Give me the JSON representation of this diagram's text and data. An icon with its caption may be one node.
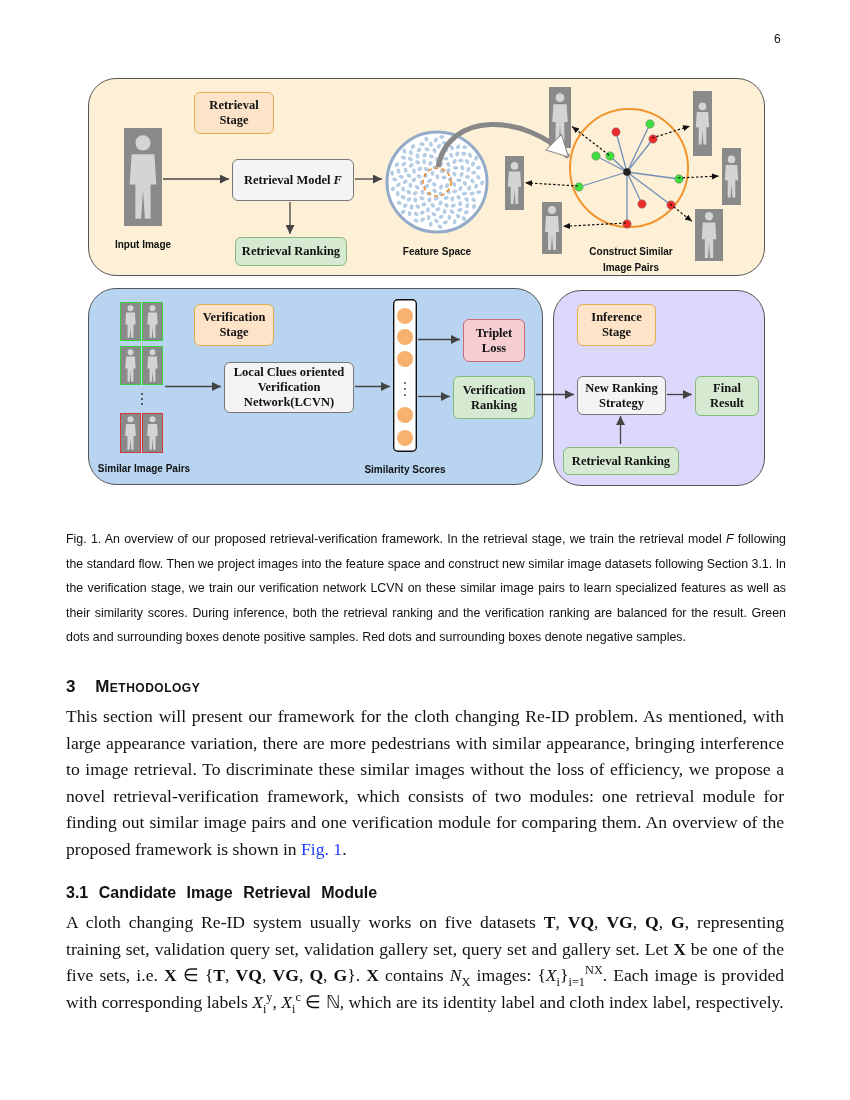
{
  "diagram": {
    "caption": "Fig. 1. An overview of our proposed retrieval-verification framework. In the retrieval stage, we train the retrieval model *F* following the standard flow. Then we project images into the feature space and construct new similar image datasets following Section 3.1. In the verification stage, we train our verification network LCVN on these similar image pairs to learn specialized features as well as their similarity scores. During inference, both the retrieval ranking and the verification ranking are balanced for the result. Green dots and surrounding boxes denote positive samples. Red dots and surrounding boxes denote negative samples.",
    "nodes": [
      {
        "text": [],
        "shape": "box"
      },
      {
        "text": [
          "Retrieval Stage"
        ],
        "in": 0
      },
      {
        "text": [],
        "shape": "picture",
        "in": 0,
        "beside": [
          "Input Image"
        ]
      },
      {
        "text": [
          "Retrieval Model *F*"
        ],
        "in": 0
      },
      {
        "text": [
          "Retrieval Ranking"
        ],
        "in": 0
      },
      {
        "text": [],
        "shape": "circle",
        "in": 0,
        "beside": [
          "Feature Space"
        ]
      },
      {
        "text": [],
        "shape": "circle",
        "in": 0,
        "beside": [
          "Construct Similar Image Pairs"
        ]
      },
      {
        "text": [],
        "shape": "picture",
        "in": 0
      },
      {
        "text": [],
        "shape": "picture",
        "in": 0
      },
      {
        "text": [],
        "shape": "picture",
        "in": 0
      },
      {
        "text": [],
        "shape": "picture",
        "in": 0
      },
      {
        "text": [],
        "shape": "picture",
        "in": 0
      },
      {
        "text": [],
        "shape": "picture",
        "in": 0
      },
      {
        "text": [],
        "shape": "box"
      },
      {
        "text": [
          "Verification Stage"
        ],
        "in": 13
      },
      {
        "text": [],
        "shape": "picture",
        "in": 13,
        "beside": [
          "Similar Image Pairs"
        ]
      },
      {
        "text": [
          "Local Clues oriented Verification Network(LCVN)"
        ],
        "in": 13
      },
      {
        "text": [],
        "shape": "bar",
        "in": 13,
        "beside": [
          "Similarity Scores"
        ]
      },
      {
        "text": [
          "Triplet Loss"
        ],
        "in": 13
      },
      {
        "text": [
          "Verification Ranking"
        ],
        "in": 13
      },
      {
        "text": [],
        "shape": "box"
      },
      {
        "text": [
          "Inference Stage"
        ],
        "in": 20
      },
      {
        "text": [
          "New Ranking Strategy"
        ],
        "in": 20
      },
      {
        "text": [
          "Final Result"
        ],
        "in": 20
      },
      {
        "text": [
          "Retrieval Ranking"
        ],
        "in": 20
      }
    ],
    "edges": [
      {
        "from": 2,
        "to": 3,
        "arrow": "to"
      },
      {
        "from": 3,
        "to": 4,
        "arrow": "to"
      },
      {
        "from": 3,
        "to": 5,
        "arrow": "to"
      },
      {
        "from": 5,
        "to": 6,
        "arrow": "to",
        "style": "thick"
      },
      {
        "from": 6,
        "to": 7,
        "arrow": "to",
        "style": "dashed"
      },
      {
        "from": 6,
        "to": 8,
        "arrow": "to",
        "style": "dashed"
      },
      {
        "from": 6,
        "to": 9,
        "arrow": "to",
        "style": "dashed"
      },
      {
        "from": 6,
        "to": 10,
        "arrow": "to",
        "style": "dashed"
      },
      {
        "from": 6,
        "to": 11,
        "arrow": "to",
        "style": "dashed"
      },
      {
        "from": 6,
        "to": 12,
        "arrow": "to",
        "style": "dashed"
      },
      {
        "from": 15,
        "to": 16,
        "arrow": "to"
      },
      {
        "from": 16,
        "to": 17,
        "arrow": "to"
      },
      {
        "from": 17,
        "to": 18,
        "arrow": "to"
      },
      {
        "from": 17,
        "to": 19,
        "arrow": "to"
      },
      {
        "from": 19,
        "to": 22,
        "arrow": "to"
      },
      {
        "from": 22,
        "to": 23,
        "arrow": "to"
      },
      {
        "from": 24,
        "to": 22,
        "arrow": "to"
      }
    ],
    "labels": [
      "6",
      "3 Methodology",
      "This section will present our framework for the cloth changing Re-ID problem. As mentioned, with large appearance variation, there are more pedestrians with similar appearance, bringing interference to image retrieval. To discriminate these similar images without the loss of efficiency, we propose a novel retrieval-verification framework, which consists of two modules: one retrieval module for finding out similar image pairs and one verification module for comparing them. An overview of the proposed framework is shown in",
      "Fig. 1",
      ".",
      "3.1 Candidate Image Retrieval Module",
      "A cloth changing Re-ID system usually works on five datasets **T**, **VQ**, **VG**, **Q**, **G**, representing training set, validation query set, validation gallery set, query set and gallery set. Let **X** be one of the five sets, i.e. **X** ∈ {**T**, **VQ**, **VG**, **Q**, **G**}. **X** contains *N*$_{X}$ images: {*X*$_{i}$}$_{i=1}$$^{NX}$. Each image is provided with corresponding labels *X*$_{i}$$^{y}$, *X*$_{i}$$^{c}$ ∈ ℕ, which are its identity label and cloth index label, respectively."
    ]
  }
}
